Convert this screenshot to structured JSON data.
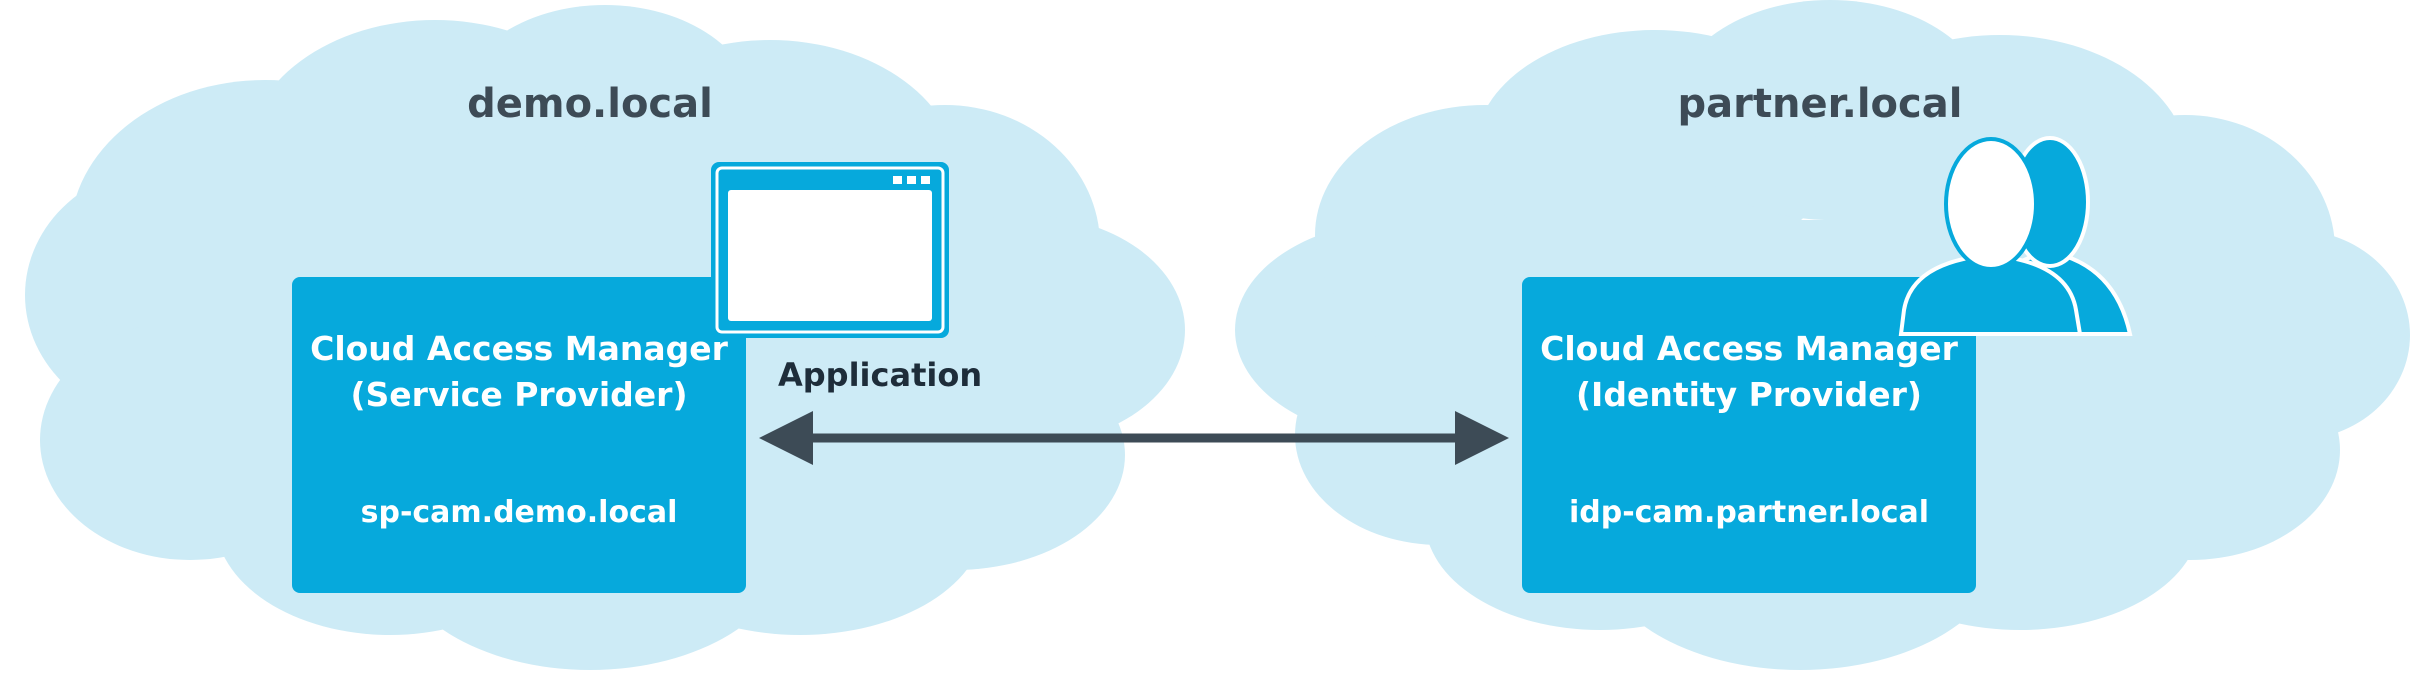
{
  "left_domain": {
    "title": "demo.local",
    "box_title": "Cloud Access Manager (Service Provider)",
    "box_host": "sp-cam.demo.local",
    "app_label": "Application"
  },
  "right_domain": {
    "title": "partner.local",
    "box_title": "Cloud Access Manager (Identity Provider)",
    "box_host": "idp-cam.partner.local"
  },
  "colors": {
    "cloud": "#cdebf6",
    "box": "#06a9dc",
    "arrow": "#3d4b56",
    "text_dark": "#3d4b56"
  },
  "icons": {
    "application": "application-window-icon",
    "users": "users-icon"
  }
}
